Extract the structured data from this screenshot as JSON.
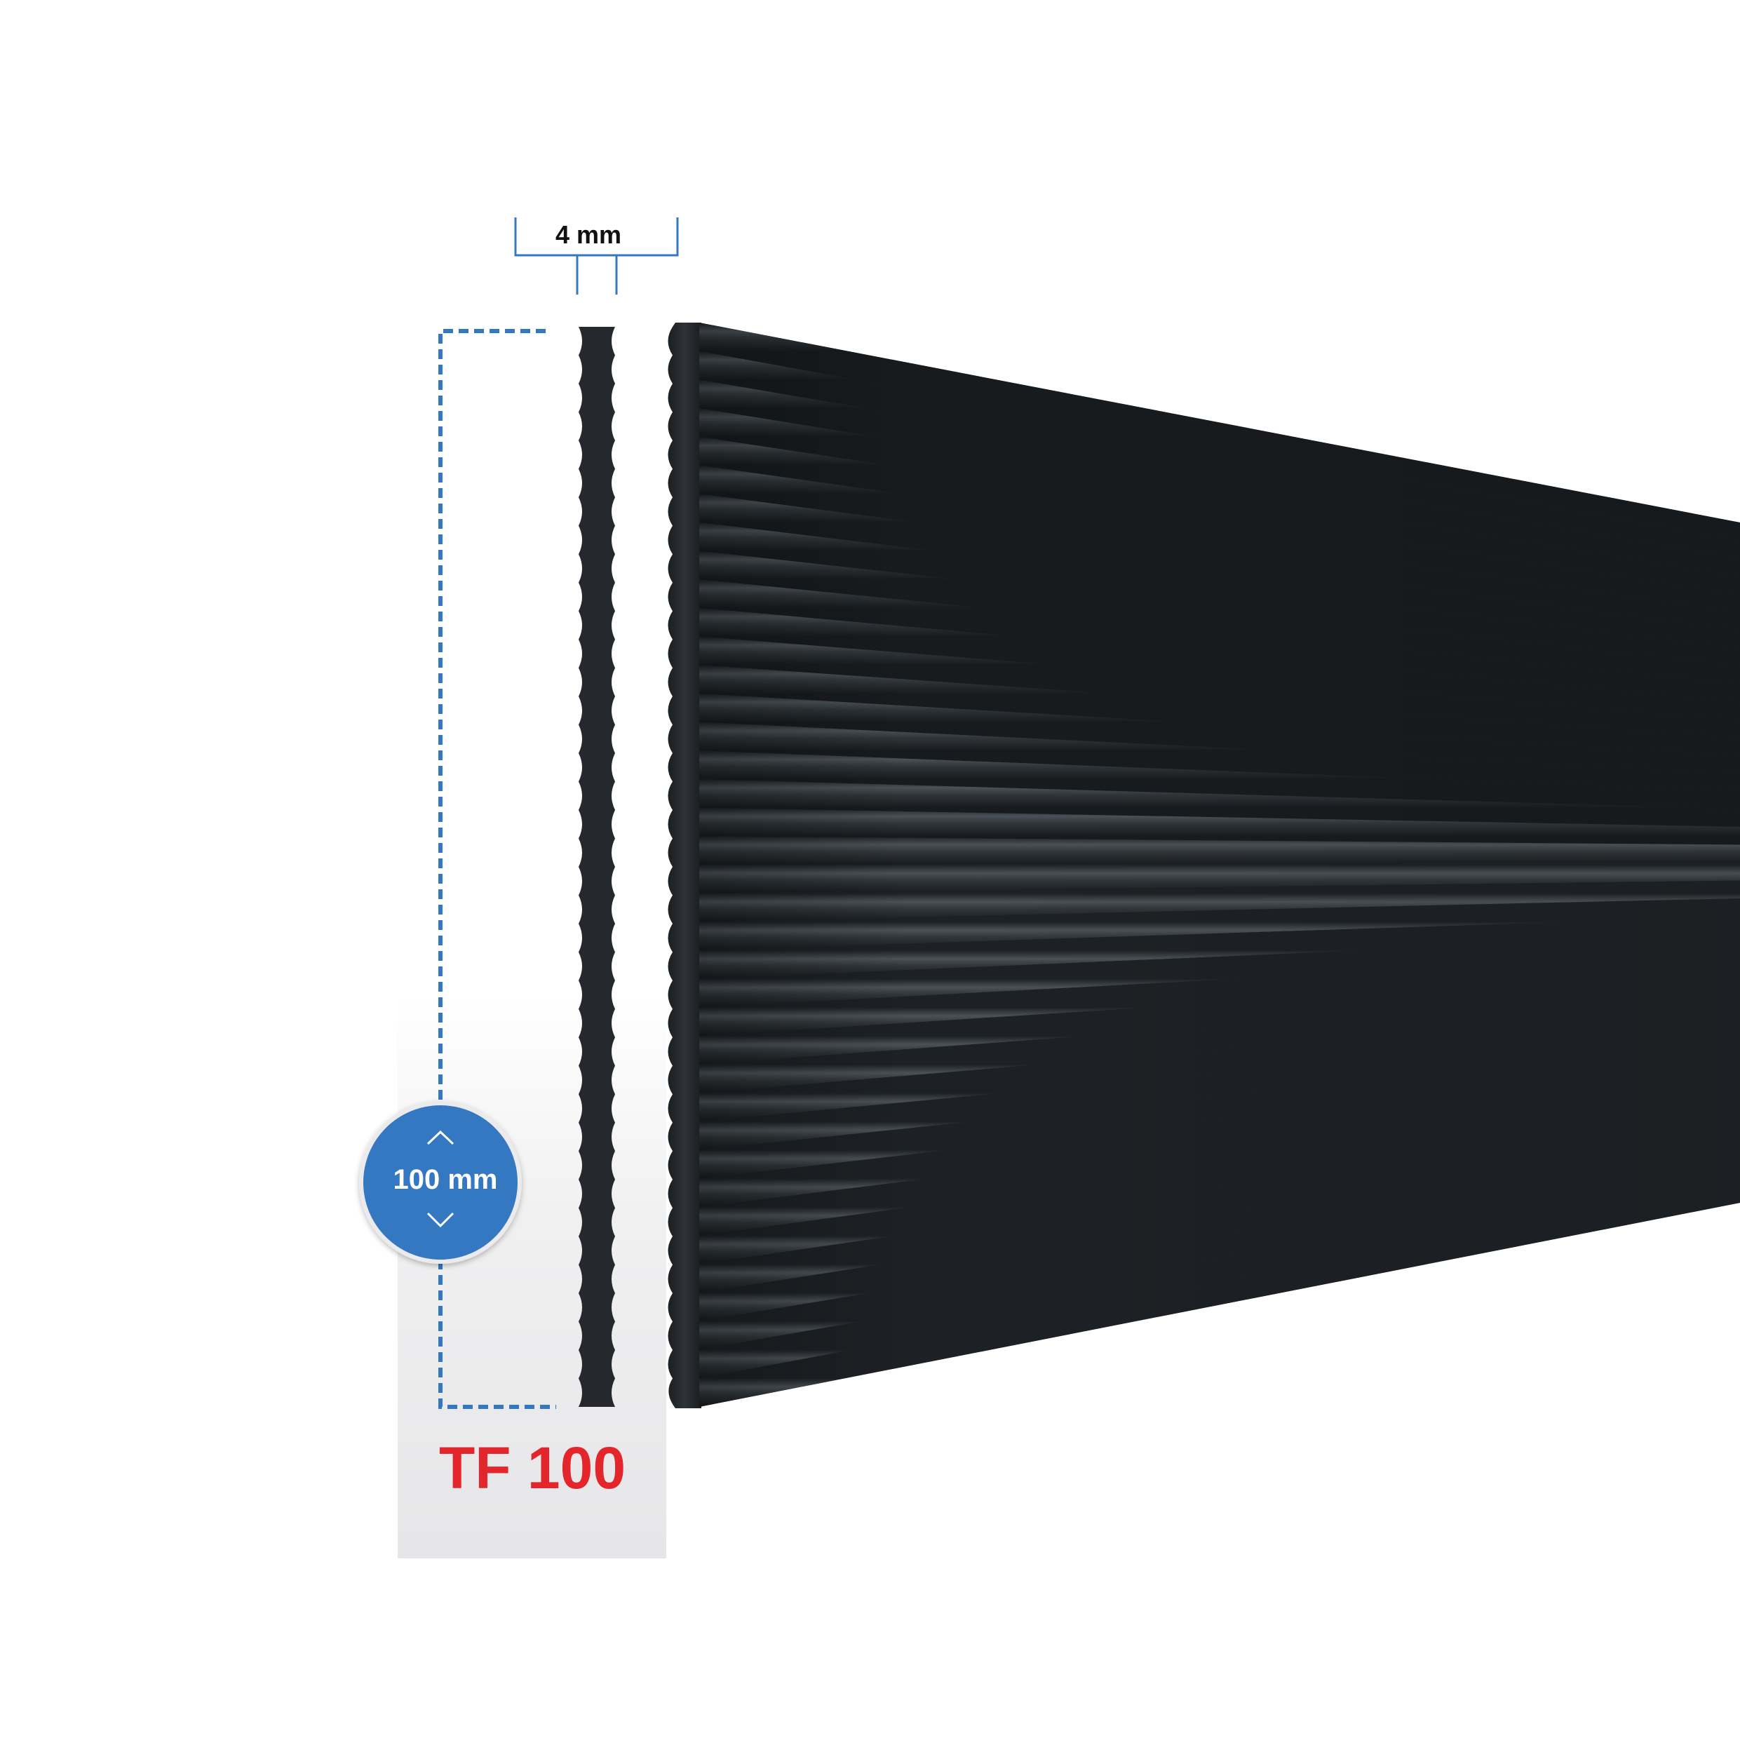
{
  "product": {
    "name": "TF 100",
    "name_color": "#e3262b"
  },
  "dimensions": {
    "thickness_label": "4 mm",
    "width_label": "100 mm"
  },
  "colors": {
    "accent_blue": "#3478c1",
    "panel_dark": "#25292d",
    "label_dark": "#111111",
    "backdrop_grey": "#e8e8ea"
  },
  "icons": {
    "up": "chevron-up-icon",
    "down": "chevron-down-icon"
  }
}
